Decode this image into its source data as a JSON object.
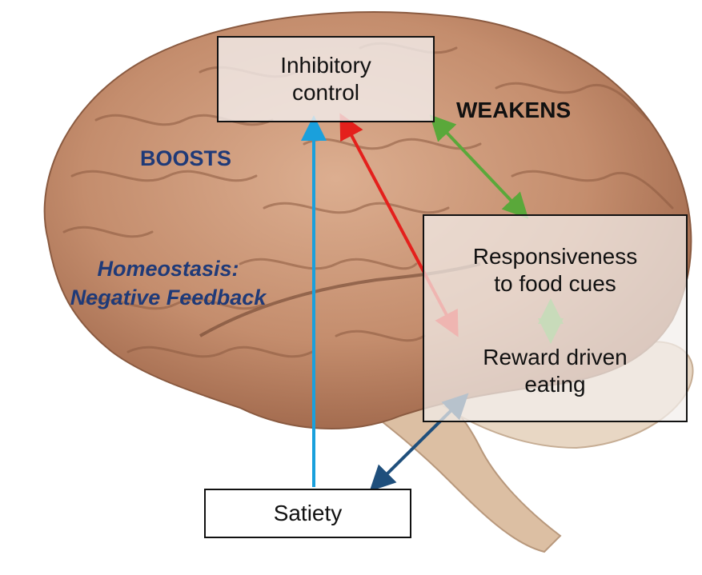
{
  "boxes": {
    "inhibitory_control": {
      "line1": "Inhibitory",
      "line2": "control"
    },
    "responsiveness": {
      "line1": "Responsiveness",
      "line2": "to food cues"
    },
    "reward": {
      "line1": "Reward driven",
      "line2": "eating"
    },
    "satiety": "Satiety"
  },
  "labels": {
    "weakens": "WEAKENS",
    "boosts": "BOOSTS",
    "homeostasis_line1": "Homeostasis:",
    "homeostasis_line2": "Negative Feedback"
  },
  "colors": {
    "brain_fill": "#c99a7c",
    "brain_shade": "#a87258",
    "cerebellum": "#e8d7c4",
    "brainstem": "#dcbfa3",
    "arrow_blue": "#1aa0dc",
    "arrow_red": "#e4201c",
    "arrow_green": "#5aa83a",
    "arrow_navy": "#1f4f7c",
    "label_navy": "#1f3a78"
  },
  "icons": {
    "brain": "brain-illustration",
    "arrows": [
      "blue-up-arrow",
      "red-double-arrow",
      "green-double-arrow",
      "green-small-double-arrow",
      "navy-double-arrow"
    ]
  }
}
